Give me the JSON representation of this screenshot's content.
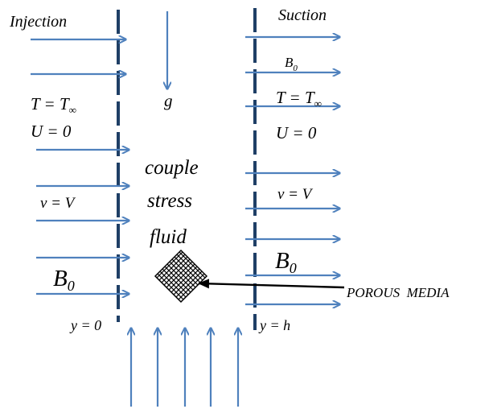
{
  "colors": {
    "arrow": "#4f81bd",
    "wall": "#1f3f66",
    "ink": "#000000"
  },
  "labels": {
    "injection": "Injection",
    "suction": "Suction",
    "gravity": "g",
    "b0_small": "B",
    "b0_small_sub": "0",
    "left_temp": "T = T",
    "left_temp_sub": "∞",
    "right_temp": "T = T",
    "right_temp_sub": "∞",
    "left_u": "U = 0",
    "right_u": "U = 0",
    "left_v": "v = V",
    "right_v": "v = V",
    "couple": "couple",
    "stress": "stress",
    "fluid": "fluid",
    "b0_left": "B",
    "b0_left_sub": "0",
    "b0_right": "B",
    "b0_right_sub": "0",
    "porous_media": "POROUS  MEDIA",
    "y_left": "y = 0",
    "y_right": "y = h"
  },
  "icons": {
    "porous": "mesh-diamond-icon"
  }
}
